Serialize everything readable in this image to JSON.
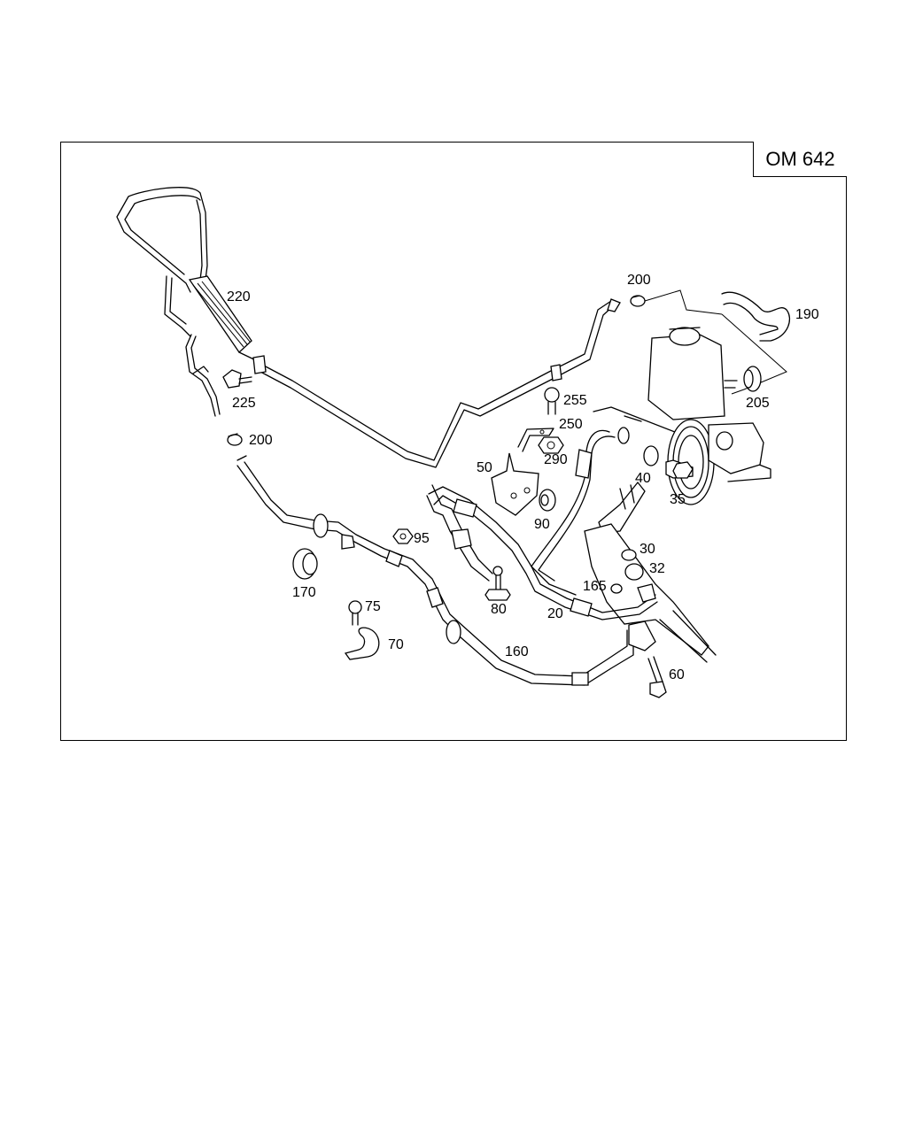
{
  "engine_code": "OM 642",
  "callouts": [
    {
      "id": "p220",
      "text": "220"
    },
    {
      "id": "p225",
      "text": "225"
    },
    {
      "id": "p200a",
      "text": "200"
    },
    {
      "id": "p200b",
      "text": "200"
    },
    {
      "id": "p190",
      "text": "190"
    },
    {
      "id": "p205",
      "text": "205"
    },
    {
      "id": "p255",
      "text": "255"
    },
    {
      "id": "p250",
      "text": "250"
    },
    {
      "id": "p290",
      "text": "290"
    },
    {
      "id": "p50",
      "text": "50"
    },
    {
      "id": "p90",
      "text": "90"
    },
    {
      "id": "p40",
      "text": "40"
    },
    {
      "id": "p35",
      "text": "35"
    },
    {
      "id": "p30",
      "text": "30"
    },
    {
      "id": "p32",
      "text": "32"
    },
    {
      "id": "p165",
      "text": "165"
    },
    {
      "id": "p95",
      "text": "95"
    },
    {
      "id": "p170",
      "text": "170"
    },
    {
      "id": "p80",
      "text": "80"
    },
    {
      "id": "p20",
      "text": "20"
    },
    {
      "id": "p75",
      "text": "75"
    },
    {
      "id": "p70",
      "text": "70"
    },
    {
      "id": "p160",
      "text": "160"
    },
    {
      "id": "p60",
      "text": "60"
    }
  ]
}
